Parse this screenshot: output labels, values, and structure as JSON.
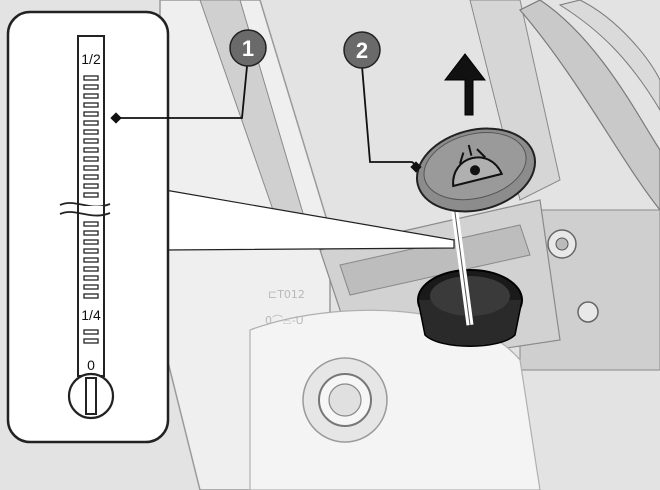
{
  "illustration": {
    "subject": "washer-fluid-reservoir-dipstick",
    "callouts": [
      {
        "number": "1",
        "target": "level-gauge"
      },
      {
        "number": "2",
        "target": "reservoir-cap"
      }
    ],
    "gauge": {
      "top_label": "1/2",
      "mid_label": "1/4",
      "bottom_label": "0"
    },
    "engravings": [
      "⊏T012",
      "0⌒⌓-U"
    ],
    "arrow_direction": "up",
    "cap_icon": "windshield-washer-icon"
  },
  "colors": {
    "background": "#ffffff",
    "engine_bay": "#d9d9d9",
    "engine_bay_dark": "#bfbfbf",
    "line": "#222222",
    "callout_fill": "#6a6a6a",
    "cap_fill": "#8c8c8c",
    "arrow_fill": "#111111"
  }
}
